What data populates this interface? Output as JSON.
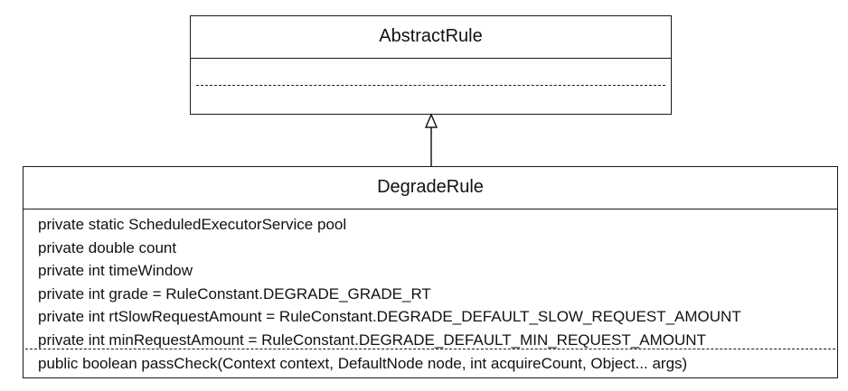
{
  "diagram": {
    "type": "uml-class-diagram",
    "relation": "inheritance",
    "parent": {
      "name": "AbstractRule",
      "fields": [],
      "methods": []
    },
    "child": {
      "name": "DegradeRule",
      "fields": [
        "private static ScheduledExecutorService pool",
        "private double count",
        "private int timeWindow",
        "private int grade = RuleConstant.DEGRADE_GRADE_RT",
        "private int rtSlowRequestAmount = RuleConstant.DEGRADE_DEFAULT_SLOW_REQUEST_AMOUNT",
        "private int minRequestAmount = RuleConstant.DEGRADE_DEFAULT_MIN_REQUEST_AMOUNT"
      ],
      "methods": [
        "public boolean passCheck(Context context, DefaultNode node, int acquireCount, Object... args)"
      ]
    },
    "colors": {
      "line": "#1a1a1a",
      "background": "#ffffff"
    }
  }
}
